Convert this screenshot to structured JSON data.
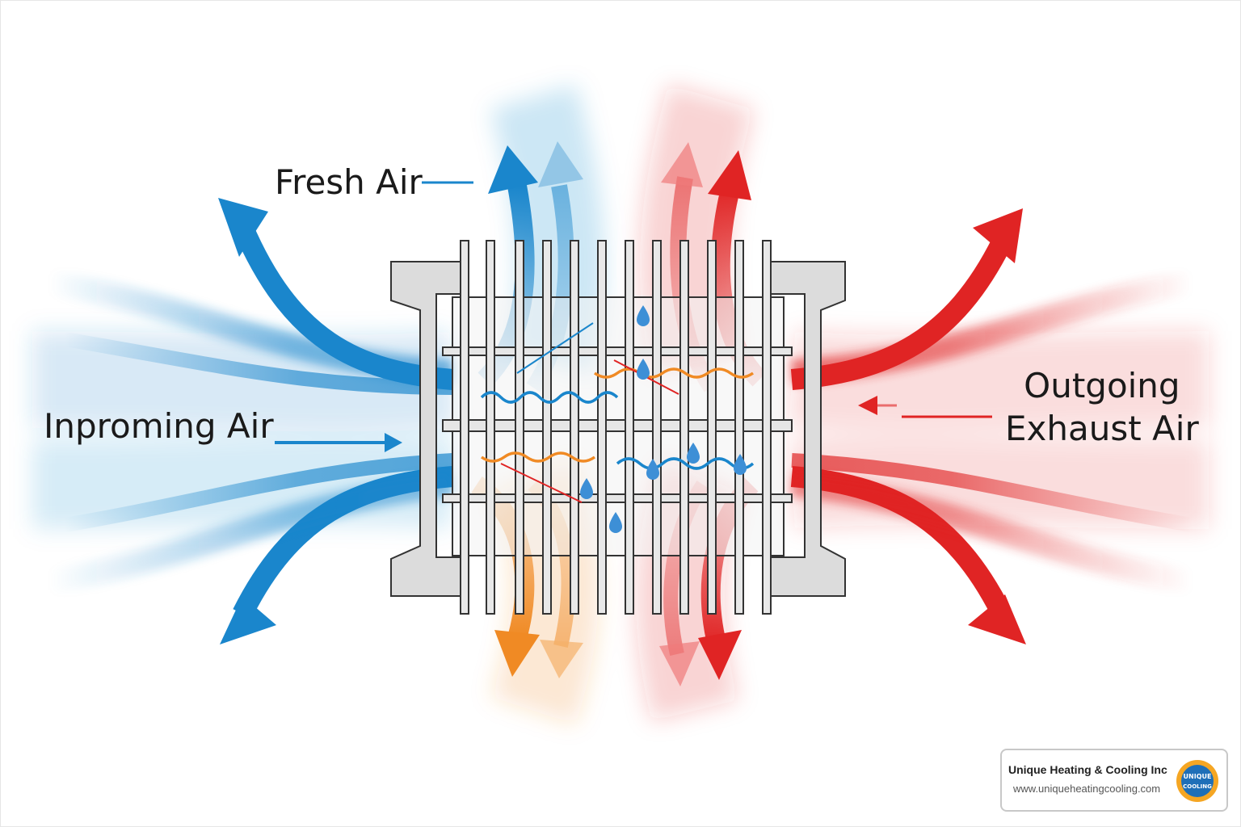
{
  "labels": {
    "fresh_air": "Fresh Air",
    "incoming_air": "Inproming Air",
    "outgoing_line1": "Outgoing",
    "outgoing_line2": "Exhaust Air"
  },
  "brand": {
    "name": "Unique Heating & Cooling Inc",
    "url": "www.uniqueheatingcooling.com",
    "logo_text_top": "UNIQUE",
    "logo_text_bottom": "COOLING"
  },
  "colors": {
    "fresh_blue": "#1a86cc",
    "warm_orange": "#f08a24",
    "exhaust_red": "#e02424",
    "unit_gray": "#d9d9d9",
    "unit_outline": "#333333"
  },
  "icons": [
    "water-drop-icon",
    "arrow-icon",
    "heat-exchanger-core"
  ]
}
